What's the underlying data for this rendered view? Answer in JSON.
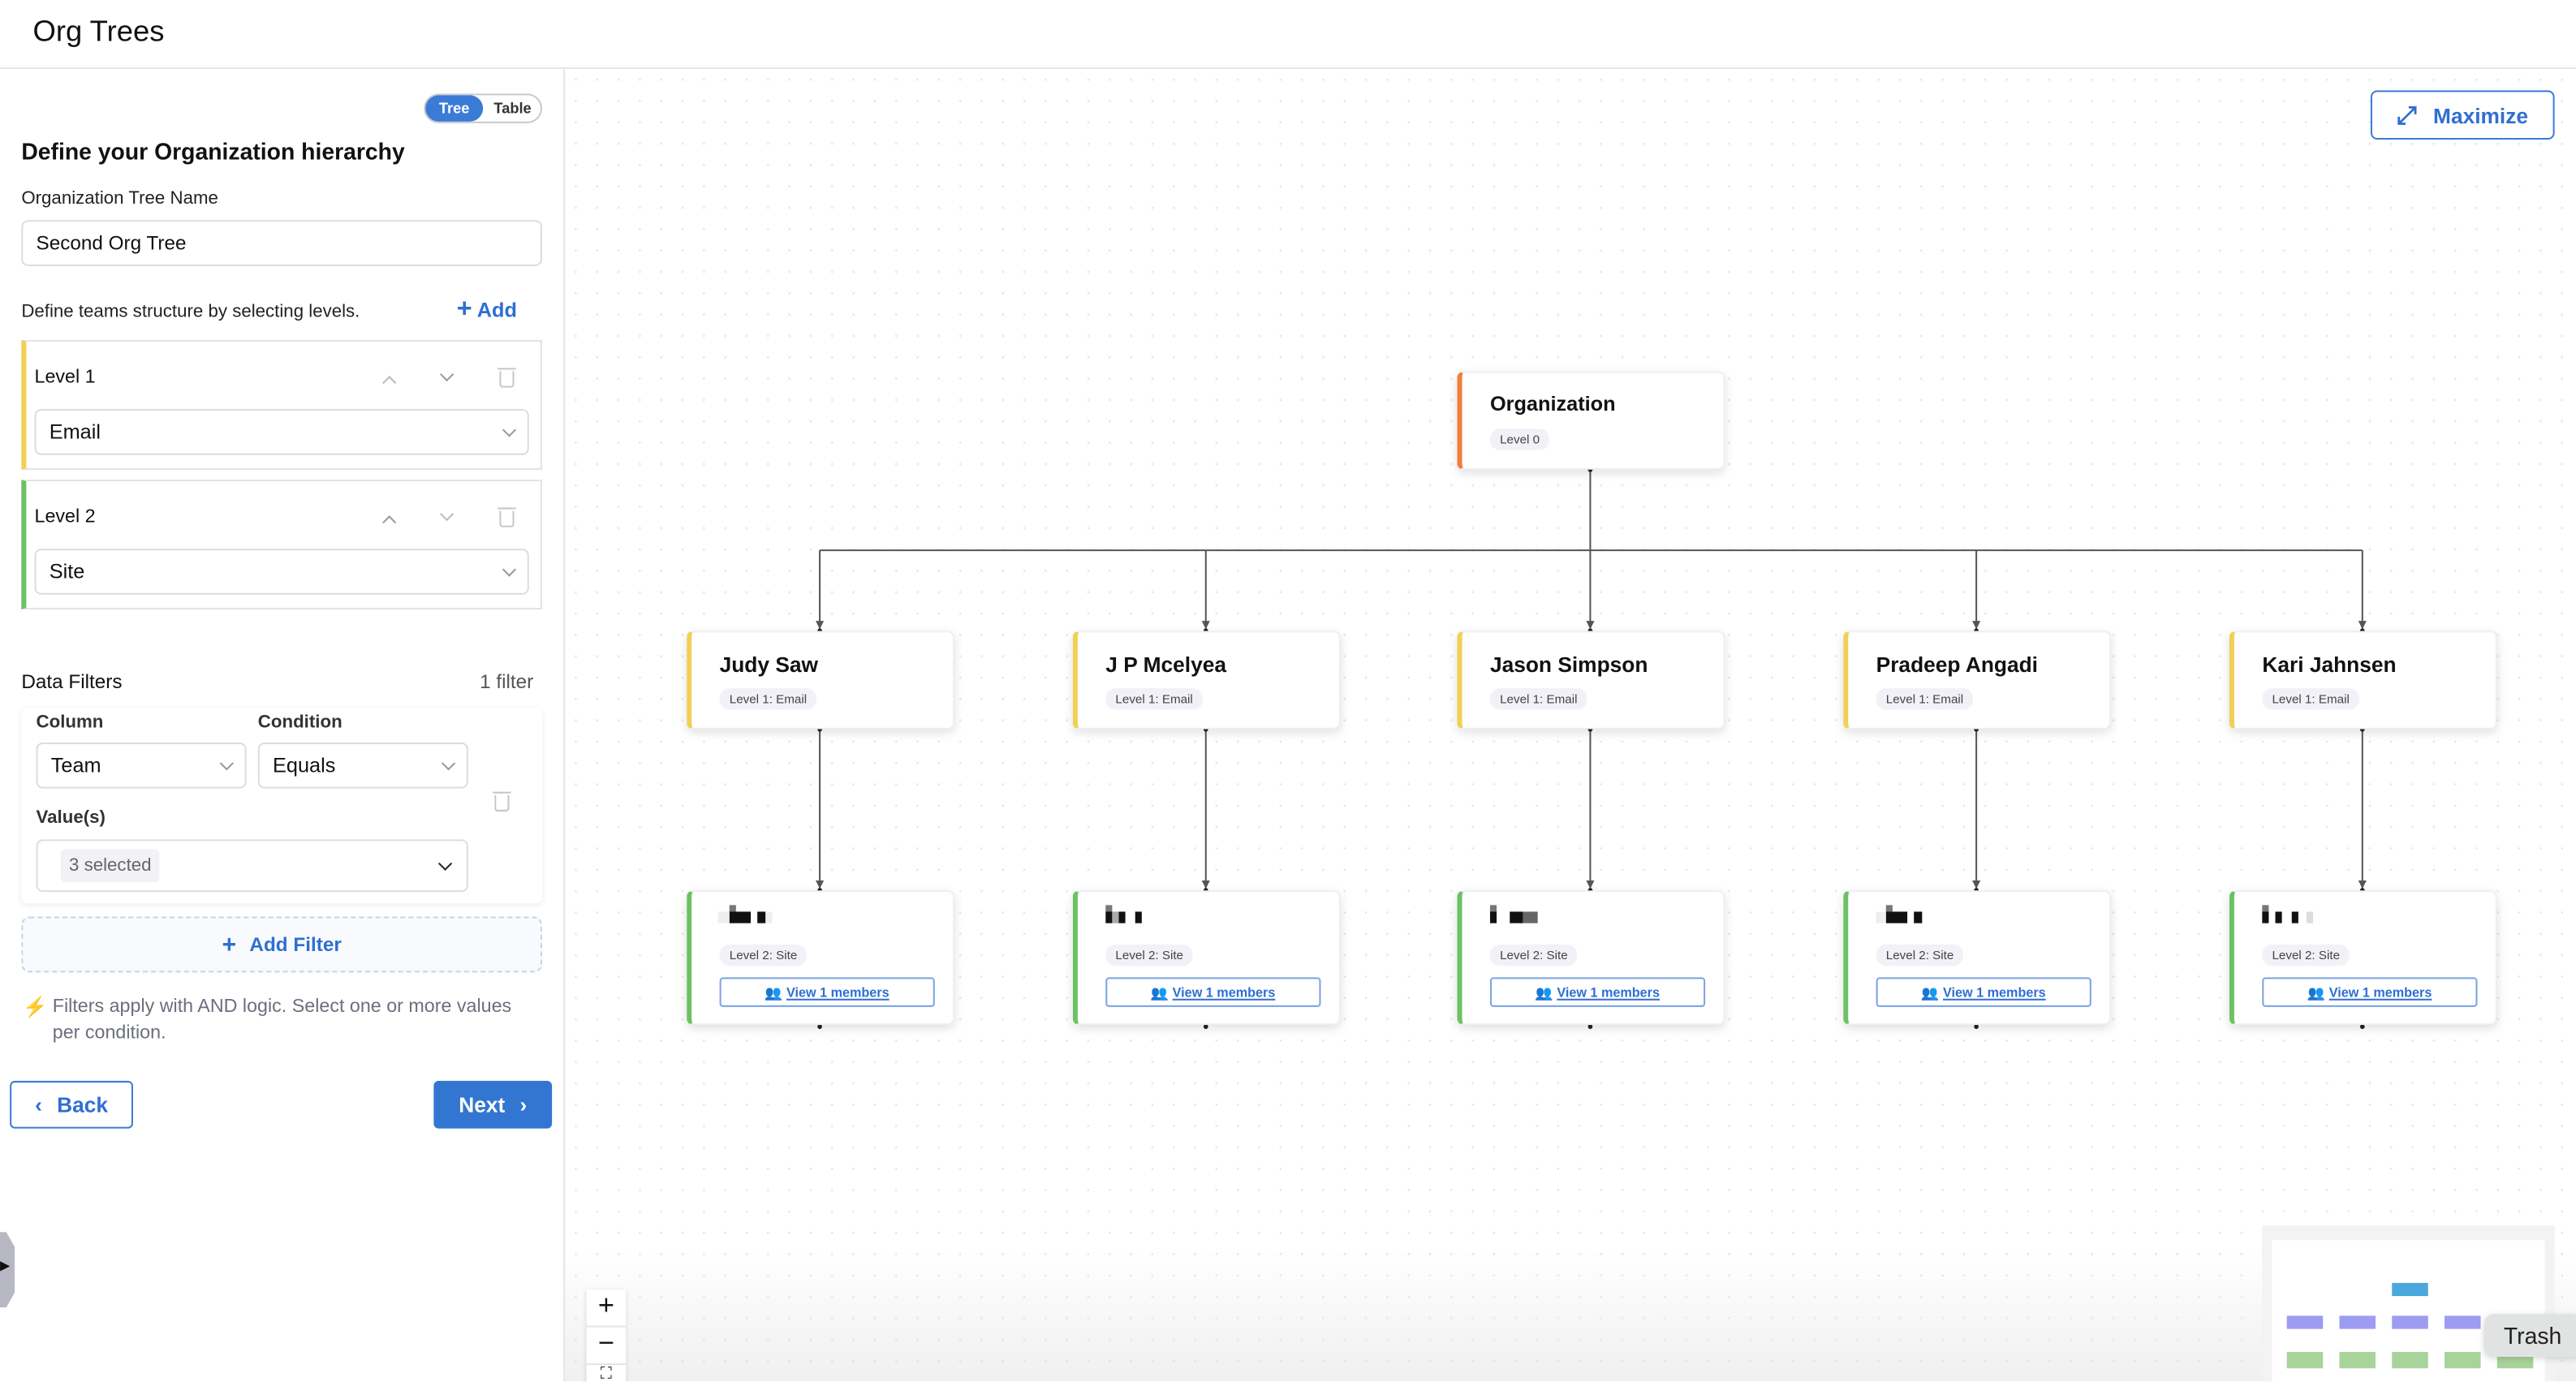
{
  "header": {
    "title": "Org Trees"
  },
  "panel": {
    "view_toggle": {
      "tree": "Tree",
      "table": "Table",
      "selected": "Tree"
    },
    "heading": "Define your Organization hierarchy",
    "tree_name_label": "Organization Tree Name",
    "tree_name_value": "Second Org Tree",
    "levels_hint": "Define teams structure by selecting levels.",
    "add_label": "Add",
    "levels": [
      {
        "label": "Level 1",
        "value": "Email",
        "color": "#f2cf55"
      },
      {
        "label": "Level 2",
        "value": "Site",
        "color": "#6cc262"
      }
    ],
    "filters": {
      "title": "Data Filters",
      "count": "1 filter",
      "column_label": "Column",
      "column_value": "Team",
      "condition_label": "Condition",
      "condition_value": "Equals",
      "values_label": "Value(s)",
      "values_chip": "3 selected",
      "add_filter": "Add Filter",
      "note": "Filters apply with AND logic. Select one or more values per condition."
    },
    "back": "Back",
    "next": "Next"
  },
  "canvas": {
    "maximize": "Maximize",
    "root": {
      "name": "Organization",
      "level": "Level 0",
      "color": "#f07f3c"
    },
    "level1": [
      {
        "name": "Judy Saw",
        "level": "Level 1: Email"
      },
      {
        "name": "J P Mcelyea",
        "level": "Level 1: Email"
      },
      {
        "name": "Jason Simpson",
        "level": "Level 1: Email"
      },
      {
        "name": "Pradeep Angadi",
        "level": "Level 1: Email"
      },
      {
        "name": "Kari Jahnsen",
        "level": "Level 1: Email"
      }
    ],
    "level2": [
      {
        "level": "Level 2: Site",
        "view": "View 1 members"
      },
      {
        "level": "Level 2: Site",
        "view": "View 1 members"
      },
      {
        "level": "Level 2: Site",
        "view": "View 1 members"
      },
      {
        "level": "Level 2: Site",
        "view": "View 1 members"
      },
      {
        "level": "Level 2: Site",
        "view": "View 1 members"
      }
    ],
    "zoom_in": "+",
    "zoom_out": "−",
    "minimap_colors": {
      "root": "#4aa8dc",
      "level1": "#9d9cf3",
      "level2": "#a8d49c"
    },
    "tooltip": "Trash",
    "accent": "#3a7bd5"
  }
}
